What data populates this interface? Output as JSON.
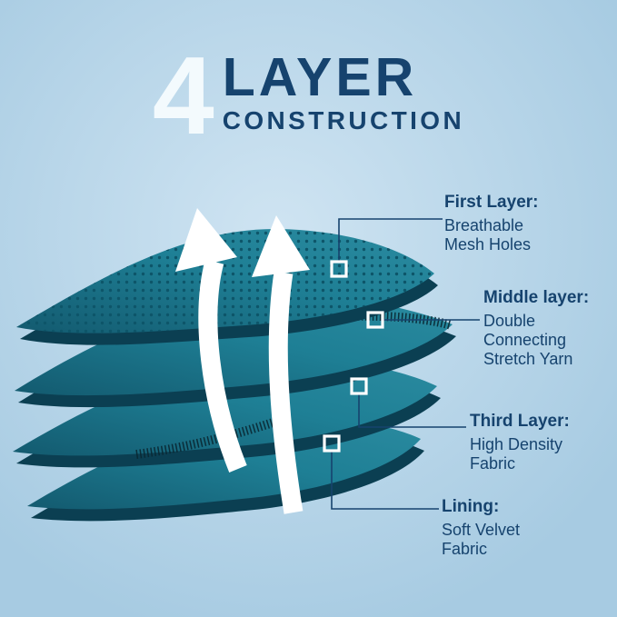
{
  "colors": {
    "bg-inner": "#cfe4f2",
    "bg-outer": "#a7cbe2",
    "navy": "#16436e",
    "number-white": "#f3fafd",
    "teal-under": "#0b3f52",
    "teal-dark-face": "#135a6f",
    "teal-face": "#1e7f95",
    "teal-bright": "#2b8ba0",
    "mesh-dot": "#0d5569",
    "yarn": "#0a2833",
    "arrow": "#ffffff",
    "marker": "#ffffff"
  },
  "title": {
    "number": "4",
    "word": "LAYER",
    "subtitle": "CONSTRUCTION"
  },
  "callouts": [
    {
      "heading": "First Layer:",
      "body": "Breathable\nMesh Holes"
    },
    {
      "heading": "Middle layer:",
      "body": "Double\nConnecting\nStretch Yarn"
    },
    {
      "heading": "Third Layer:",
      "body": "High Density\nFabric"
    },
    {
      "heading": "Lining:",
      "body": "Soft Velvet\nFabric"
    }
  ],
  "diagram": {
    "layers": [
      "breathable-mesh",
      "stretch-yarn",
      "high-density-fabric",
      "velvet-lining"
    ],
    "arrows": [
      "airflow-left",
      "airflow-right"
    ]
  }
}
